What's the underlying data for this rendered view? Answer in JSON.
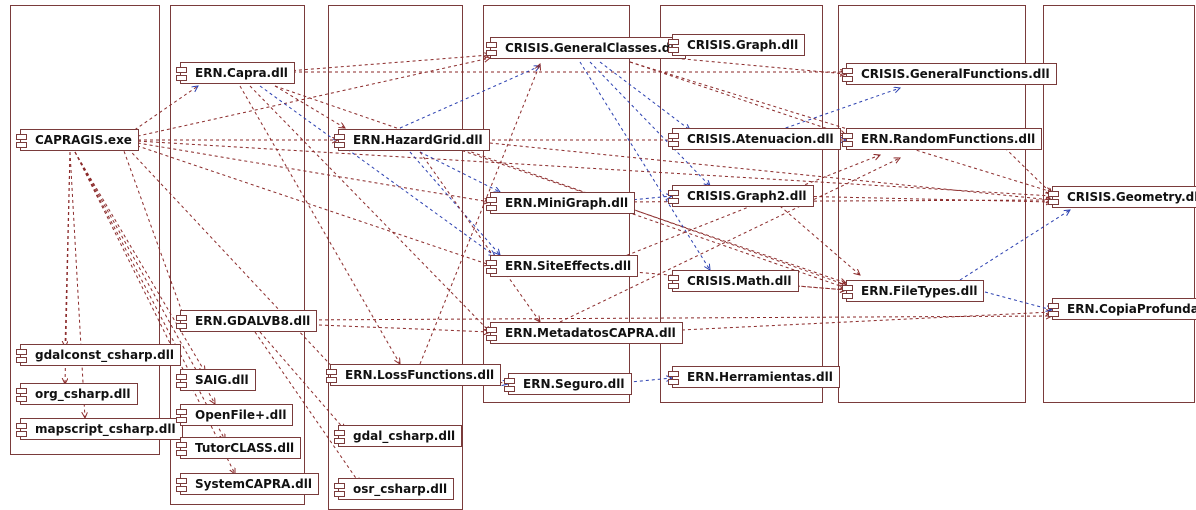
{
  "colors": {
    "border": "#7a3b3b",
    "dependency_red": "#8b2a2a",
    "dependency_blue": "#2a3fb0"
  },
  "components": {
    "capragis_exe": "CAPRAGIS.exe",
    "gdalconst_csharp": "gdalconst_csharp.dll",
    "org_csharp": "org_csharp.dll",
    "mapscript_csharp": "mapscript_csharp.dll",
    "ern_capra": "ERN.Capra.dll",
    "ern_gdalvb8": "ERN.GDALVB8.dll",
    "saig": "SAIG.dll",
    "openfile_plus": "OpenFile+.dll",
    "tutorclass": "TutorCLASS.dll",
    "systemcapra": "SystemCAPRA.dll",
    "ern_hazardgrid": "ERN.HazardGrid.dll",
    "ern_lossfunctions": "ERN.LossFunctions.dll",
    "gdal_csharp": "gdal_csharp.dll",
    "osr_csharp": "osr_csharp.dll",
    "crisis_generalclasses": "CRISIS.GeneralClasses.dll",
    "ern_minigraph": "ERN.MiniGraph.dll",
    "ern_siteeffects": "ERN.SiteEffects.dll",
    "ern_metadatoscapra": "ERN.MetadatosCAPRA.dll",
    "ern_seguro": "ERN.Seguro.dll",
    "crisis_graph": "CRISIS.Graph.dll",
    "crisis_atenuacion": "CRISIS.Atenuacion.dll",
    "crisis_graph2": "CRISIS.Graph2.dll",
    "crisis_math": "CRISIS.Math.dll",
    "ern_herramientas": "ERN.Herramientas.dll",
    "crisis_generalfunctions": "CRISIS.GeneralFunctions.dll",
    "ern_randomfunctions": "ERN.RandomFunctions.dll",
    "ern_filetypes": "ERN.FileTypes.dll",
    "crisis_geometry": "CRISIS.Geometry.dll",
    "ern_copiaprofunda": "ERN.CopiaProfunda.dll"
  }
}
